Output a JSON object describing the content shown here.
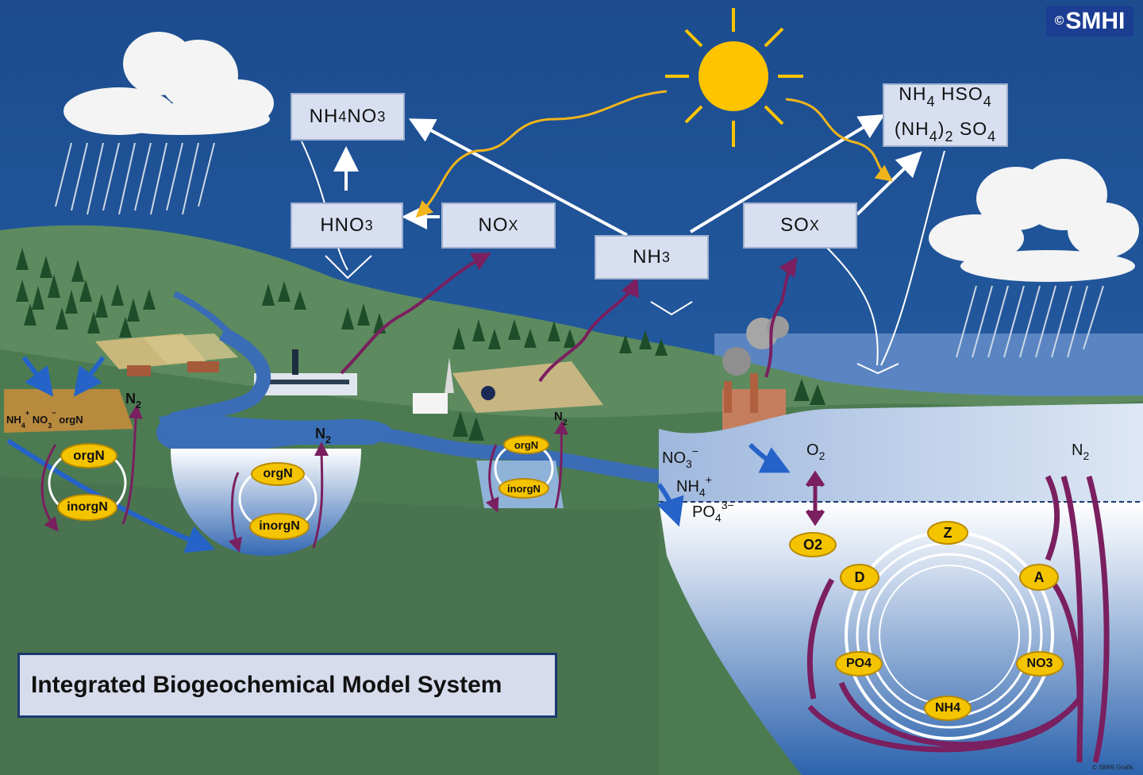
{
  "title": "Integrated Biogeochemical Model System",
  "logo_text": "SMHI",
  "copyright_symbol": "©",
  "credit": "© SMHI Grafik",
  "atmosphere": {
    "nh4no3": {
      "main": "NH",
      "sub1": "4",
      "mid": " NO",
      "sub2": "3"
    },
    "hno3": {
      "main": "HNO",
      "sub": "3"
    },
    "nox": {
      "main": "NO",
      "sub": "X"
    },
    "nh3": {
      "main": "NH",
      "sub": "3"
    },
    "sox": {
      "main": "SO",
      "sub": "X"
    },
    "sulfates": {
      "line1_main": "NH",
      "line1_sub1": "4",
      "line1_mid": " HSO",
      "line1_sub2": "4",
      "line2_main": "(NH",
      "line2_sub1": "4",
      "line2_mid": ")",
      "line2_sub2": "2",
      "line2_end": " SO",
      "line2_sub3": "4"
    }
  },
  "land": {
    "soil_label": {
      "nh": "NH",
      "nh_sub": "4",
      "nh_sup": "+",
      "no": " NO",
      "no_sub": "3",
      "no_sup": "−",
      "org": " orgN"
    },
    "n2": {
      "main": "N",
      "sub": "2"
    },
    "orgN": "orgN",
    "inorgN": "inorgN"
  },
  "lake": {
    "orgN": "orgN",
    "inorgN": "inorgN",
    "n2": {
      "main": "N",
      "sub": "2"
    }
  },
  "river": {
    "orgN": "orgN",
    "inorgN": "inorgN",
    "n2": {
      "main": "N",
      "sub": "2"
    }
  },
  "sea": {
    "no3": {
      "main": "NO",
      "sub": "3",
      "sup": "−"
    },
    "nh4": {
      "main": "NH",
      "sub": "4",
      "sup": "+"
    },
    "po4": {
      "main": "PO",
      "sub": "4",
      "sup": "3−"
    },
    "o2_surface": {
      "main": "O",
      "sub": "2"
    },
    "o2_deep": "O2",
    "n2": {
      "main": "N",
      "sub": "2"
    },
    "cycle": {
      "z": "Z",
      "a": "A",
      "d": "D",
      "po4": "PO4",
      "no3": "NO3",
      "nh4": "NH4"
    }
  },
  "colors": {
    "sky": "#1f4f8f",
    "hills": "#4f7d52",
    "water": "#3a6fb8",
    "box": "#d8dff0",
    "pill": "#f5c400",
    "flux_purple": "#7a1f5f",
    "flux_white": "#ffffff",
    "sun": "#ffc400"
  }
}
